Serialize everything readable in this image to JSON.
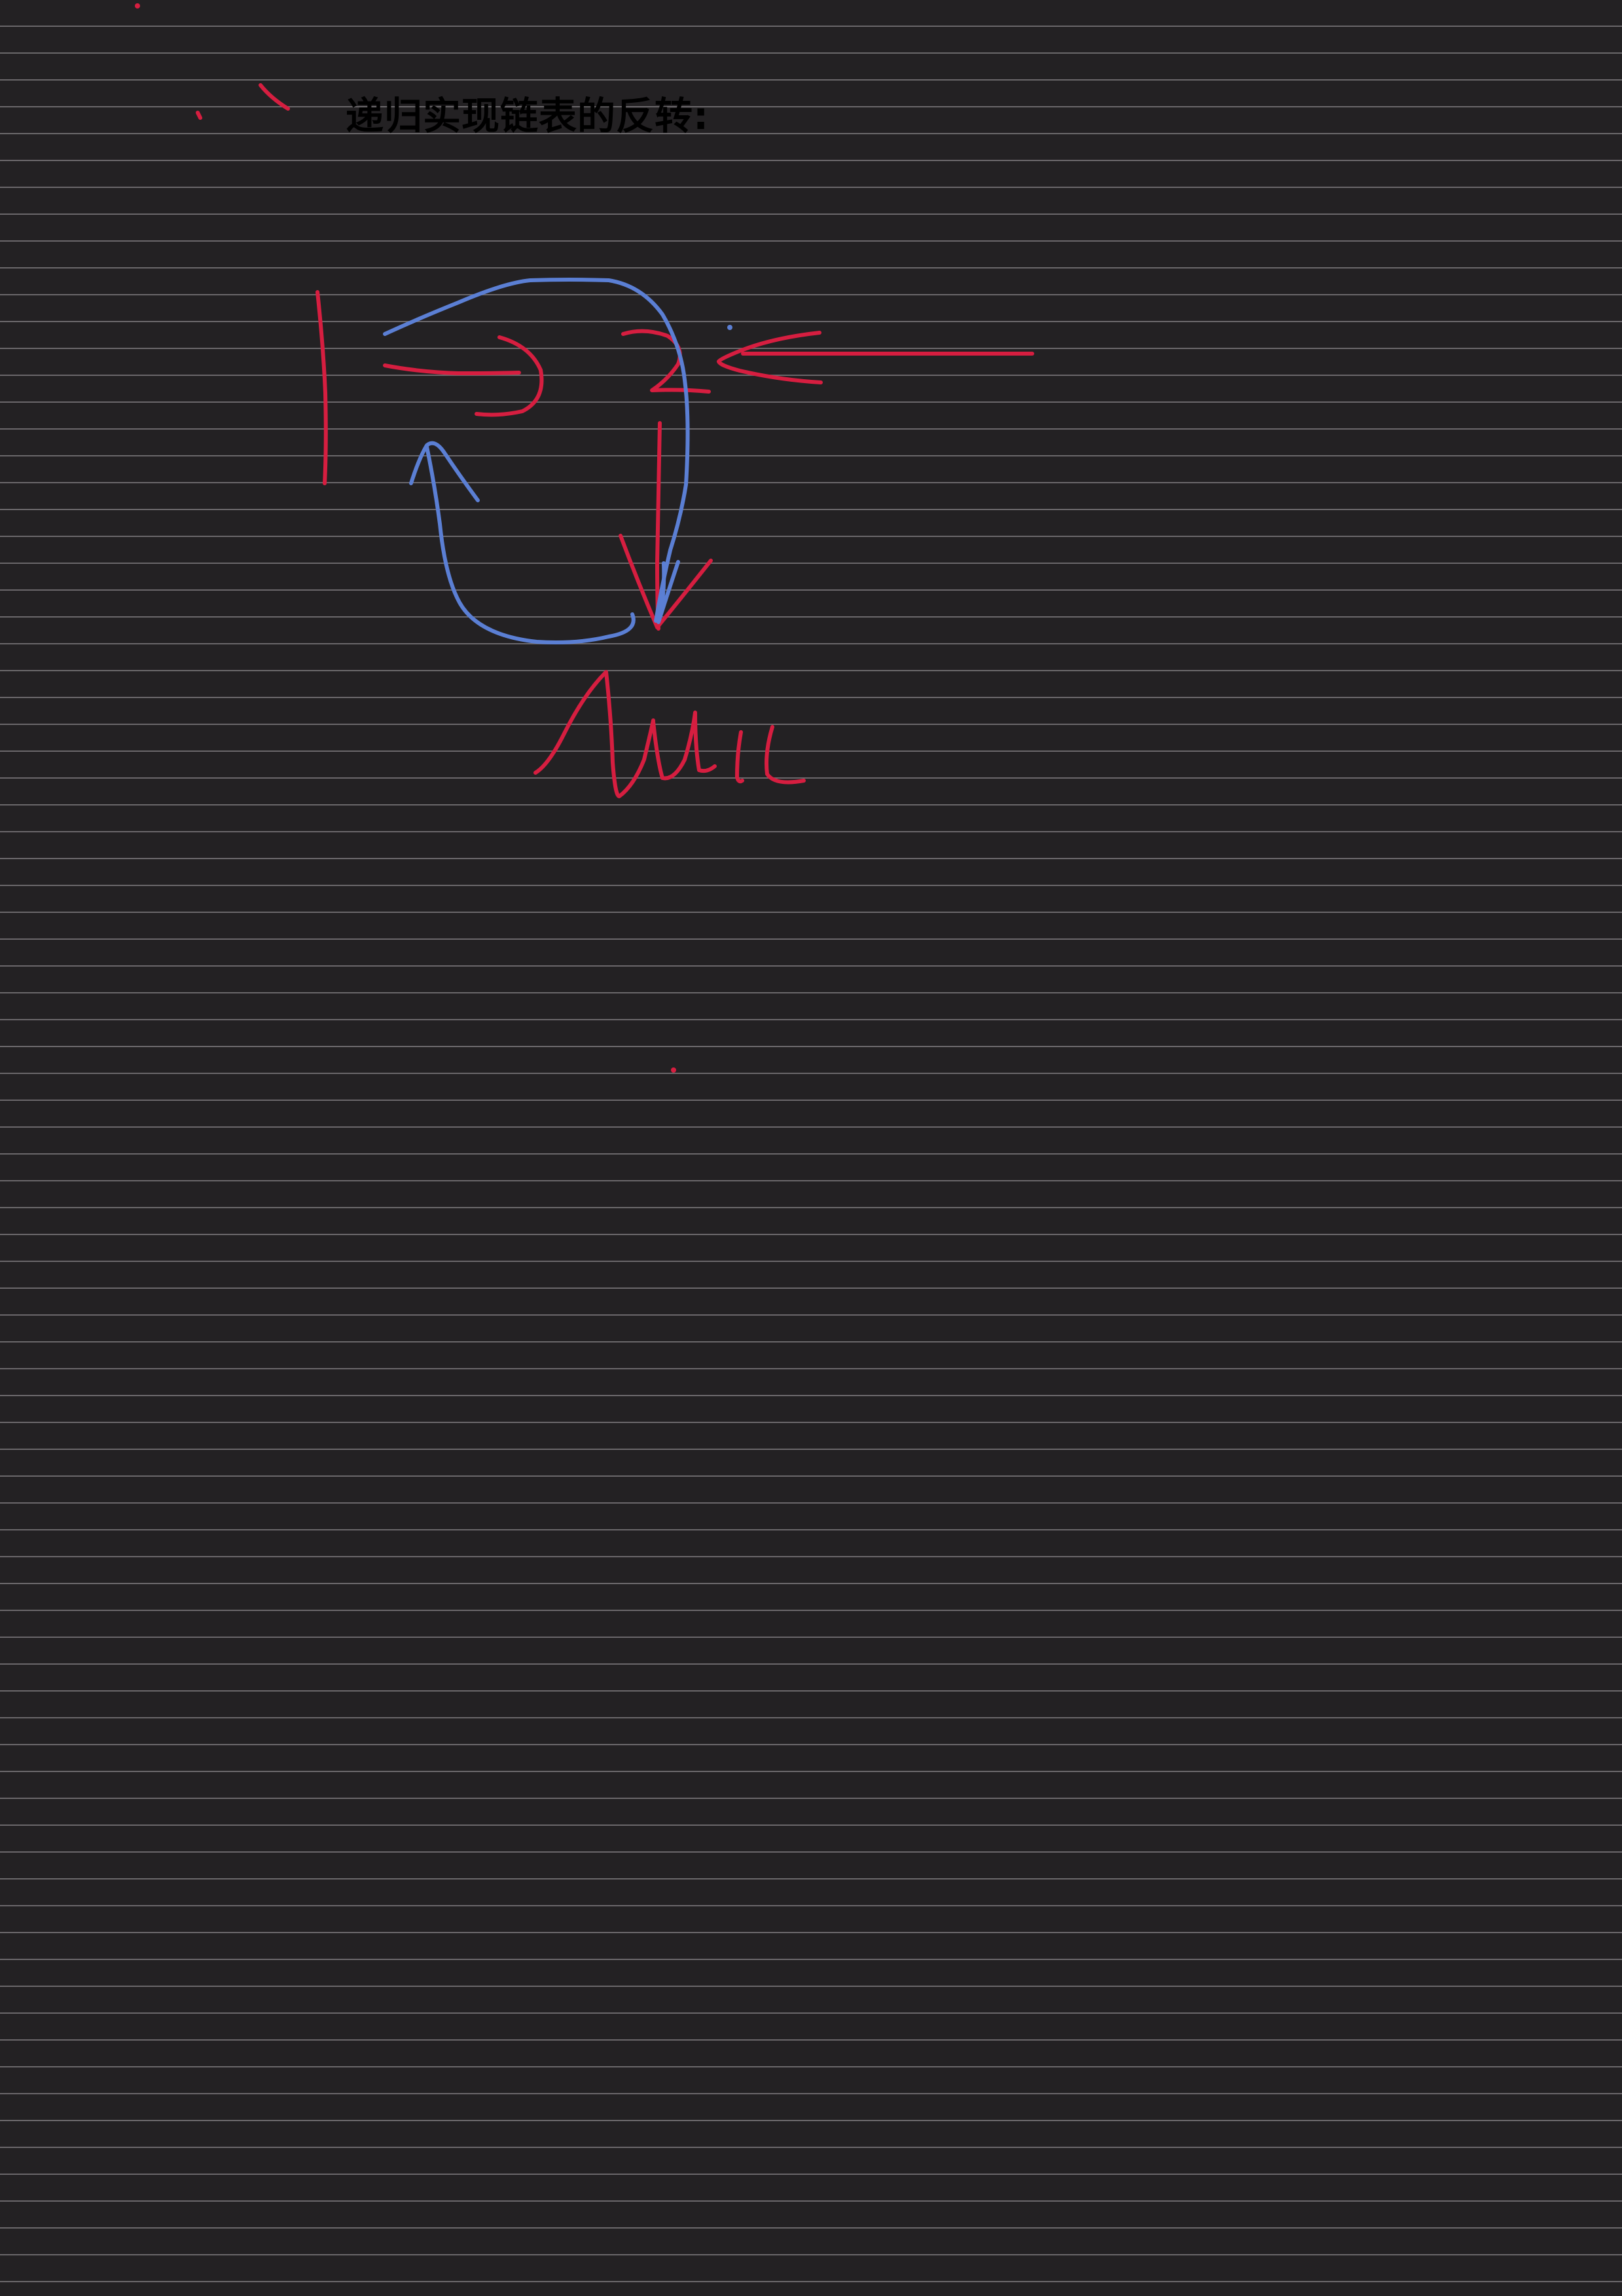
{
  "document": {
    "heading": "递归实现链表的反转:"
  },
  "colors": {
    "background": "#232123",
    "rule_line": "#6b686b",
    "heading_text": "#000000",
    "red_ink": "#d61e40",
    "blue_ink": "#5b7fd4"
  },
  "sketch": {
    "nodes": [
      "1",
      "2"
    ],
    "null_label": "null"
  }
}
